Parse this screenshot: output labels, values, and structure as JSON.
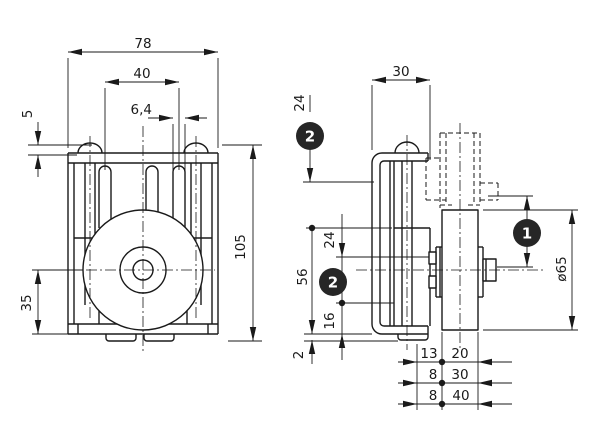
{
  "drawing_title": "roller-bracket-dimension-drawing",
  "front": {
    "overall_width": "78",
    "hole_spacing": "40",
    "slot_width": "6,4",
    "head_height": "5",
    "axle_height": "35",
    "overall_height": "105"
  },
  "side": {
    "depth": "30",
    "top_offset": "24",
    "hole_spacing": "24",
    "dim_56": "56",
    "dim_16": "16",
    "dim_2": "2",
    "wheel_diameter": "ø65",
    "rows": [
      {
        "left": "13",
        "right": "20"
      },
      {
        "left": "8",
        "right": "30"
      },
      {
        "left": "8",
        "right": "40"
      }
    ]
  },
  "badges": {
    "position_1": "1",
    "position_2": "2"
  }
}
